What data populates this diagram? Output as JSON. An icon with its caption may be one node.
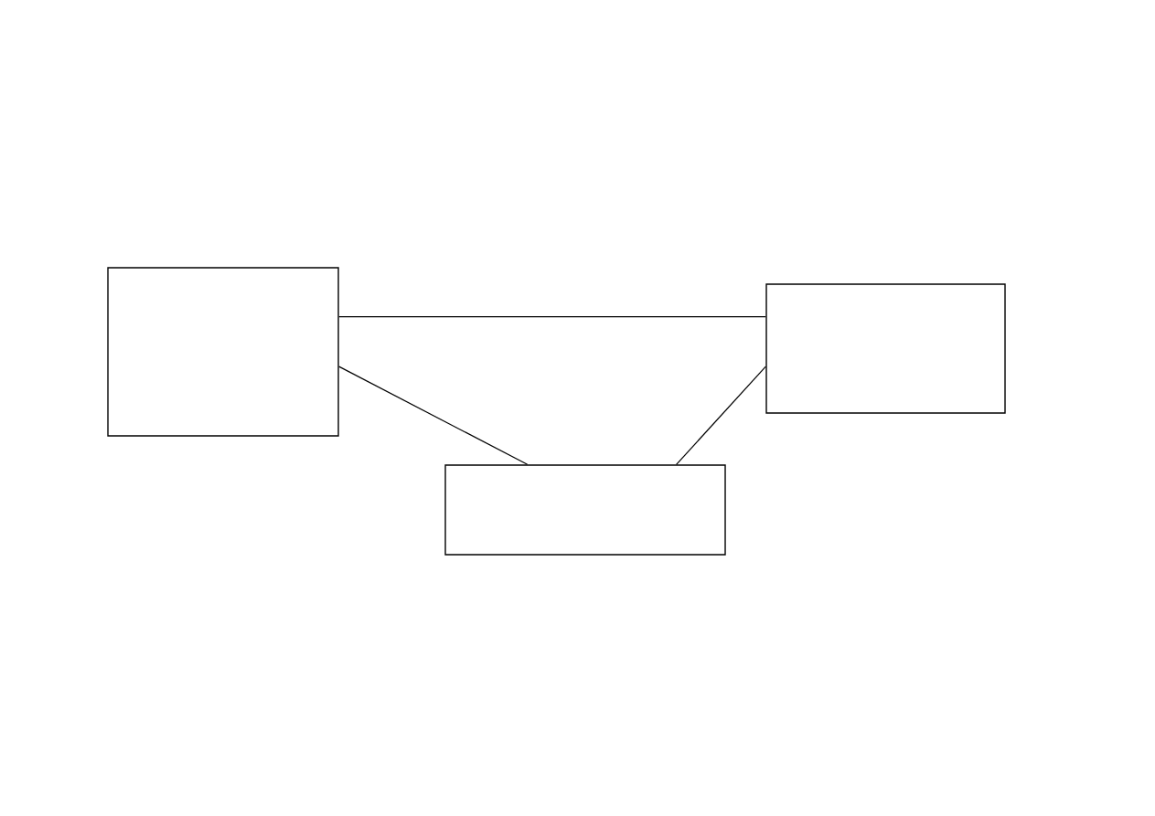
{
  "diagram": {
    "nodes": [
      {
        "text": [],
        "shape": "box"
      },
      {
        "text": [],
        "shape": "box"
      },
      {
        "text": [],
        "shape": "box"
      }
    ],
    "edges": [
      {
        "from": 0,
        "to": 2,
        "arrow": "none"
      },
      {
        "from": 0,
        "to": 1,
        "arrow": "none"
      },
      {
        "from": 2,
        "to": 1,
        "arrow": "none"
      }
    ]
  }
}
